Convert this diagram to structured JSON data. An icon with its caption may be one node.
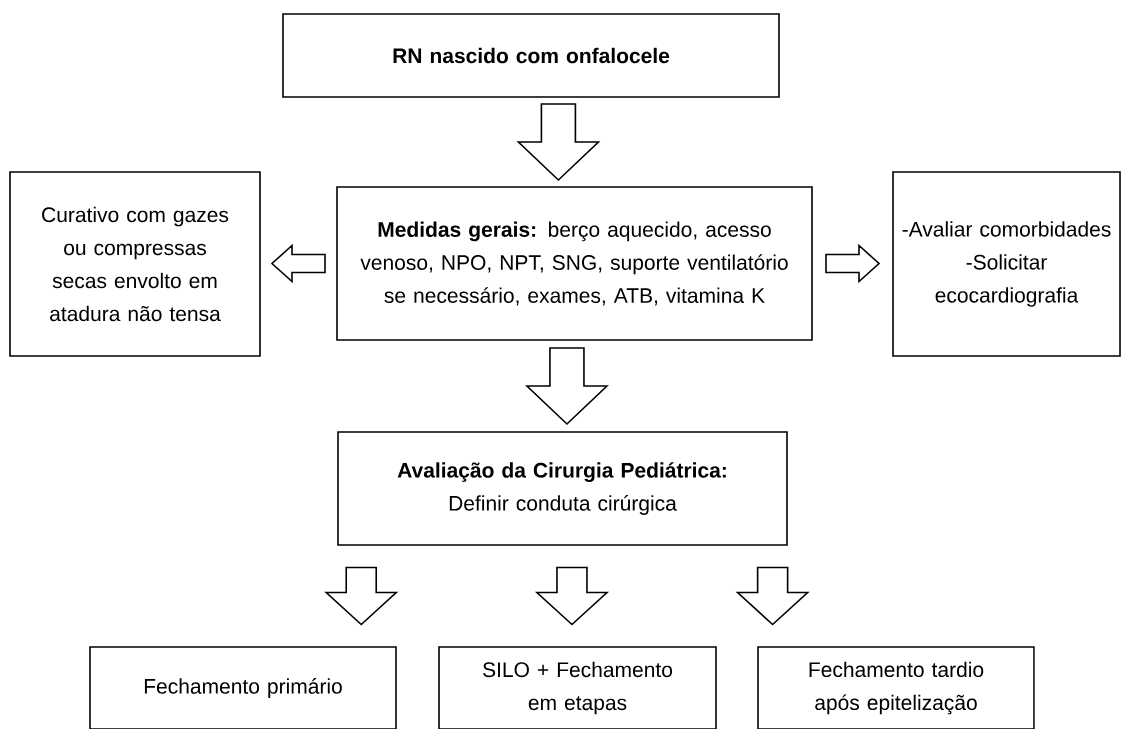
{
  "diagram": {
    "nodes": [
      {
        "text": [
          "RN nascido com onfalocele"
        ]
      },
      {
        "text": [
          "**Medidas gerais:** berço aquecido, acesso venoso, NPO, NPT, SNG, suporte ventilatório se necessário, exames, ATB, vitamina K"
        ]
      },
      {
        "text": [
          "Curativo com gazes ou compressas secas envolto em atadura não tensa"
        ]
      },
      {
        "text": [
          "-Avaliar comorbidades",
          "-Solicitar ecocardiografia"
        ]
      },
      {
        "text": [
          "Avaliação da Cirurgia Pediátrica:",
          "Definir conduta cirúrgica"
        ]
      },
      {
        "text": [
          "Fechamento primário"
        ]
      },
      {
        "text": [
          "SILO + Fechamento em etapas"
        ]
      },
      {
        "text": [
          "Fechamento tardio após epitelização"
        ]
      }
    ],
    "edges": [
      {
        "from": 0,
        "to": 1,
        "arrow": "to"
      },
      {
        "from": 1,
        "to": 2,
        "arrow": "to"
      },
      {
        "from": 1,
        "to": 3,
        "arrow": "to"
      },
      {
        "from": 1,
        "to": 4,
        "arrow": "to"
      },
      {
        "from": 4,
        "to": 5,
        "arrow": "to"
      },
      {
        "from": 4,
        "to": 6,
        "arrow": "to"
      },
      {
        "from": 4,
        "to": 7,
        "arrow": "to"
      }
    ]
  }
}
